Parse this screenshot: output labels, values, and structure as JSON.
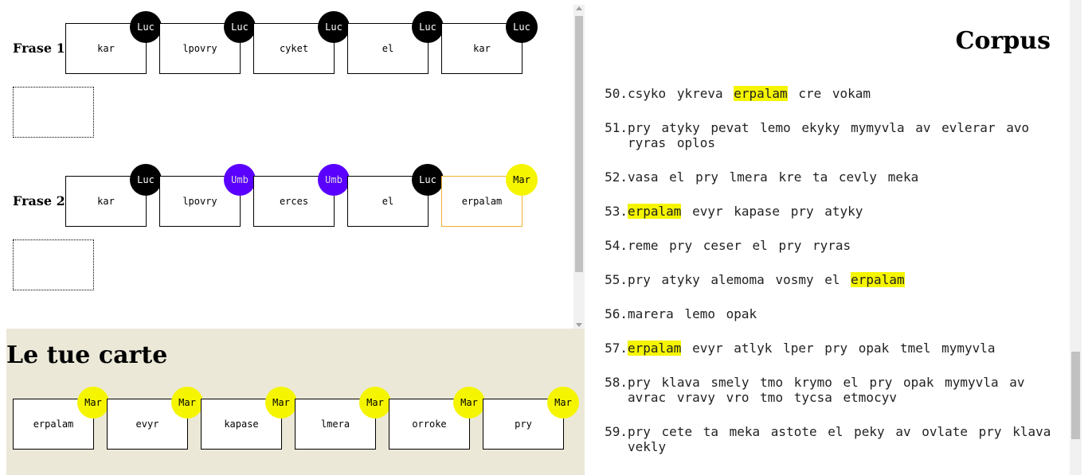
{
  "board": {
    "rows": [
      {
        "label": "Frase 1",
        "cards": [
          {
            "word": "kar",
            "owner": "Luc"
          },
          {
            "word": "lpovry",
            "owner": "Luc"
          },
          {
            "word": "cyket",
            "owner": "Luc"
          },
          {
            "word": "el",
            "owner": "Luc"
          },
          {
            "word": "kar",
            "owner": "Luc"
          }
        ]
      },
      {
        "label": "Frase 2",
        "cards": [
          {
            "word": "kar",
            "owner": "Luc"
          },
          {
            "word": "lpovry",
            "owner": "Umb"
          },
          {
            "word": "erces",
            "owner": "Umb"
          },
          {
            "word": "el",
            "owner": "Luc"
          },
          {
            "word": "erpalam",
            "owner": "Mar"
          }
        ]
      }
    ]
  },
  "hand": {
    "title": "Le tue carte",
    "cards": [
      {
        "word": "erpalam",
        "owner": "Mar"
      },
      {
        "word": "evyr",
        "owner": "Mar"
      },
      {
        "word": "kapase",
        "owner": "Mar"
      },
      {
        "word": "lmera",
        "owner": "Mar"
      },
      {
        "word": "orroke",
        "owner": "Mar"
      },
      {
        "word": "pry",
        "owner": "Mar"
      }
    ]
  },
  "corpus": {
    "title": "Corpus",
    "sentences": [
      {
        "num": "50.",
        "text": "csyko ykreva erpalam cre vokam"
      },
      {
        "num": "51.",
        "text": "pry atyky pevat lemo ekyky mymyvla av evlerar avo ryras oplos"
      },
      {
        "num": "52.",
        "text": "vasa el pry lmera kre ta cevly meka"
      },
      {
        "num": "53.",
        "text": "erpalam evyr kapase pry atyky"
      },
      {
        "num": "54.",
        "text": "reme pry ceser el pry ryras"
      },
      {
        "num": "55.",
        "text": "pry atyky alemoma vosmy el erpalam"
      },
      {
        "num": "56.",
        "text": "marera lemo opak"
      },
      {
        "num": "57.",
        "text": "erpalam evyr atlyk lper pry opak tmel mymyvla"
      },
      {
        "num": "58.",
        "text": "pry klava smely tmo krymo el pry opak mymyvla av avrac vravy vro tmo tycsa etmocyv"
      },
      {
        "num": "59.",
        "text": "pry cete ta meka astote el peky av ovlate pry klava vekly"
      }
    ],
    "highlight_word": "erpalam"
  },
  "colors": {
    "luc": "#000000",
    "umb": "#5a00ff",
    "mar": "#f5f500",
    "hand_bg": "#ebe8d8",
    "selected_border": "#f0b030"
  }
}
